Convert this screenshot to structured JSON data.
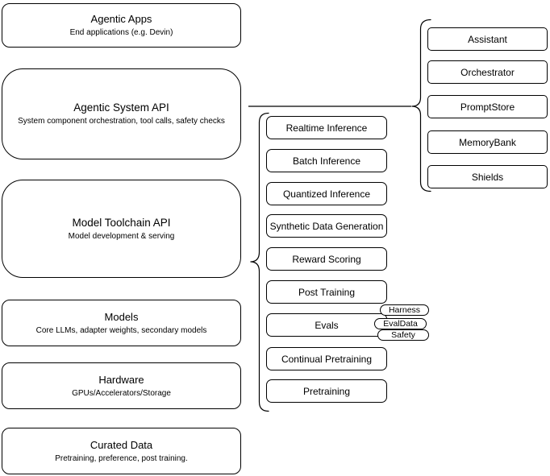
{
  "diagram": {
    "left_column": {
      "boxes": [
        {
          "title": "Agentic Apps",
          "subtitle": "End applications (e.g. Devin)"
        },
        {
          "title": "Agentic System API",
          "subtitle": "System component orchestration, tool calls, safety checks"
        },
        {
          "title": "Model Toolchain API",
          "subtitle": "Model development & serving"
        },
        {
          "title": "Models",
          "subtitle": "Core LLMs, adapter weights, secondary models"
        },
        {
          "title": "Hardware",
          "subtitle": "GPUs/Accelerators/Storage"
        },
        {
          "title": "Curated Data",
          "subtitle": "Pretraining, preference, post training."
        }
      ]
    },
    "middle_column": {
      "items": [
        "Realtime Inference",
        "Batch Inference",
        "Quantized Inference",
        "Synthetic Data Generation",
        "Reward Scoring",
        "Post Training",
        "Evals",
        "Continual Pretraining",
        "Pretraining"
      ]
    },
    "eval_badges": [
      "Harness",
      "EvalData",
      "Safety"
    ],
    "right_column": {
      "items": [
        "Assistant",
        "Orchestrator",
        "PromptStore",
        "MemoryBank",
        "Shields"
      ]
    },
    "colors": {
      "stroke": "#000000",
      "background": "#ffffff",
      "text": "#000000"
    }
  }
}
